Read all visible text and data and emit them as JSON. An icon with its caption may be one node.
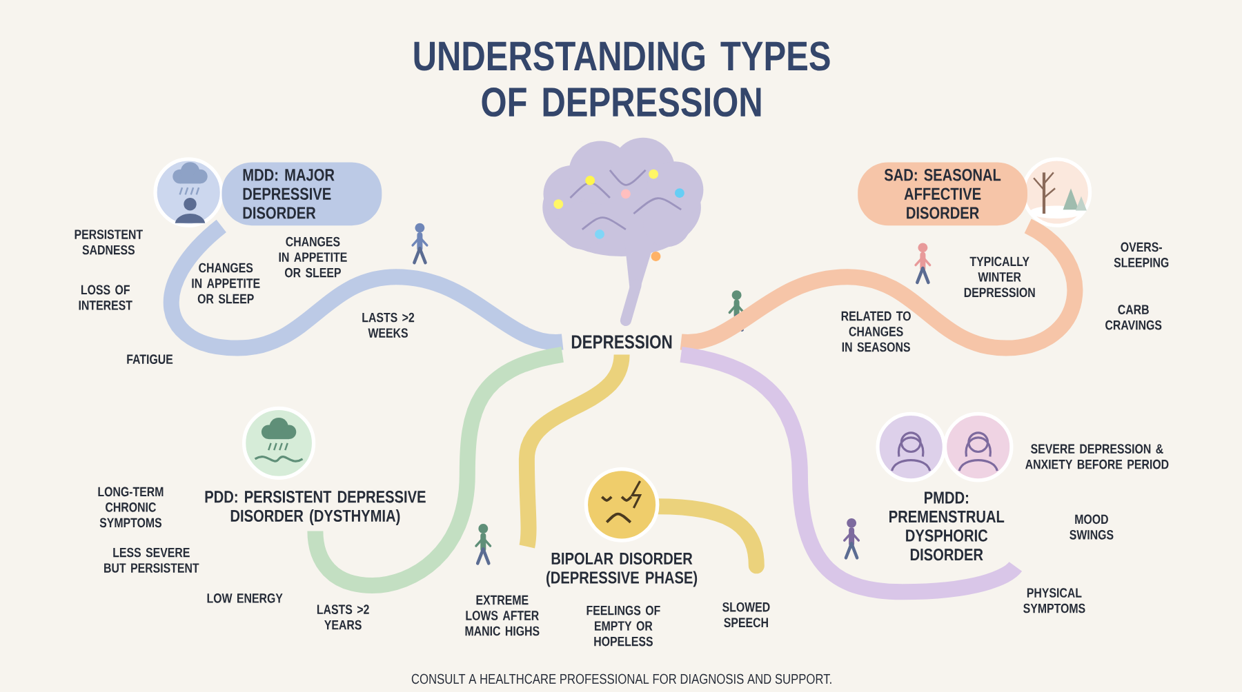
{
  "diagram": {
    "title": "UNDERSTANDING TYPES OF DEPRESSION",
    "caption": "CONSULT A HEALTHCARE PROFESSIONAL FOR DIAGNOSIS AND SUPPORT.",
    "nodes": [
      {
        "text": [
          "MDD: MAJOR DEPRESSIVE DISORDER"
        ]
      },
      {
        "text": [
          "SAD: SEASONAL AFFECTIVE DISORDER"
        ]
      },
      {
        "text": [
          "DEPRESSION"
        ]
      },
      {
        "text": [
          "PDD: PERSISTENT DEPRESSIVE DISORDER (DYSTHYMIA)"
        ]
      },
      {
        "text": [
          "PMDD: PREMENSTRUAL DYSPHORIC DISORDER"
        ]
      },
      {
        "text": [
          "BIPOLAR DISORDER (DEPRESSIVE PHASE)"
        ]
      }
    ],
    "edges": [
      {
        "from": 2,
        "to": 0,
        "arrow": "none",
        "color": "#bccae6"
      },
      {
        "from": 2,
        "to": 1,
        "arrow": "none",
        "color": "#f6c5a8"
      },
      {
        "from": 2,
        "to": 3,
        "arrow": "none",
        "color": "#c3dfc2"
      },
      {
        "from": 2,
        "to": 5,
        "arrow": "none",
        "color": "#ebd27c"
      },
      {
        "from": 2,
        "to": 4,
        "arrow": "none",
        "color": "#d9c6e8"
      }
    ],
    "labels": [
      "PERSISTENT SADNESS",
      "CHANGES IN APPETITE OR SLEEP",
      "CHANGES IN APPETITE OR SLEEP",
      "LOSS OF INTEREST",
      "LASTS >2 WEEKS",
      "FATIGUE",
      "TYPICALLY WINTER DEPRESSION",
      "OVERS- SLEEPING",
      "CARB CRAVINGS",
      "RELATED TO CHANGES IN SEASONS",
      "LONG-TERM CHRONIC SYMPTOMS",
      "LESS SEVERE BUT PERSISTENT",
      "SEVERE DEPRESSION & ANXIETY BEFORE PERIOD",
      "MOOD SWINGS",
      "LOW ENERGY",
      "LASTS >2 YEARS",
      "EXTREME LOWS AFTER MANIC HIGHS",
      "FEELINGS OF EMPTY OR HOPELESS",
      "SLOWED SPEECH",
      "PHYSICAL SYMPTOMS"
    ]
  }
}
